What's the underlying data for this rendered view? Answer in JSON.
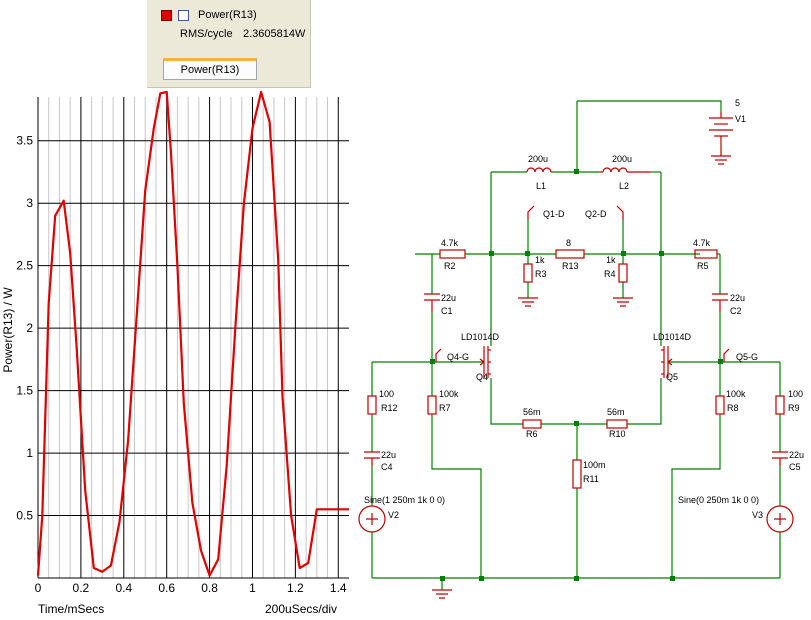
{
  "legend": {
    "trace_name": "Power(R13)",
    "rms_label": "RMS/cycle",
    "rms_value": "2.3605814W",
    "tab_label": "Power(R13)"
  },
  "colors": {
    "trace": "#e00000",
    "wire": "#008000",
    "component": "#c00000",
    "grid": "#000000"
  },
  "chart_data": {
    "type": "line",
    "ylabel": "Power(R13) / W",
    "xlabel": "Time/mSecs",
    "x_scale_label": "200uSecs/div",
    "xlim": [
      0,
      1.45
    ],
    "ylim": [
      0,
      3.85
    ],
    "x_ticks": [
      "0",
      "0.2",
      "0.4",
      "0.6",
      "0.8",
      "1",
      "1.2",
      "1.4"
    ],
    "y_ticks": [
      "0.5",
      "1",
      "1.5",
      "2",
      "2.5",
      "3",
      "3.5"
    ],
    "grid": true,
    "series": [
      {
        "name": "Power(R13)",
        "x": [
          0,
          0.02,
          0.05,
          0.08,
          0.12,
          0.15,
          0.18,
          0.22,
          0.26,
          0.3,
          0.34,
          0.38,
          0.42,
          0.46,
          0.5,
          0.54,
          0.57,
          0.6,
          0.62,
          0.65,
          0.68,
          0.72,
          0.76,
          0.8,
          0.84,
          0.88,
          0.92,
          0.96,
          1.0,
          1.04,
          1.08,
          1.12,
          1.14,
          1.18,
          1.22,
          1.26,
          1.3,
          1.34,
          1.38,
          1.42,
          1.45
        ],
        "y": [
          0.02,
          0.5,
          2.2,
          2.9,
          3.02,
          2.6,
          1.85,
          0.7,
          0.08,
          0.05,
          0.1,
          0.45,
          1.1,
          2.1,
          3.1,
          3.6,
          3.88,
          3.89,
          3.4,
          2.5,
          1.4,
          0.6,
          0.22,
          0.02,
          0.15,
          0.9,
          2.0,
          3.0,
          3.6,
          3.89,
          3.65,
          2.55,
          1.45,
          0.5,
          0.08,
          0.12,
          0.55,
          0.55,
          0.55,
          0.55,
          0.55
        ]
      }
    ]
  },
  "schematic": {
    "labels": [
      {
        "id": "v1-value",
        "text": "5"
      },
      {
        "id": "v1-name",
        "text": "V1"
      },
      {
        "id": "l1-value",
        "text": "200u"
      },
      {
        "id": "l1-name",
        "text": "L1"
      },
      {
        "id": "l2-value",
        "text": "200u"
      },
      {
        "id": "l2-name",
        "text": "L2"
      },
      {
        "id": "q1d-probe",
        "text": "Q1-D"
      },
      {
        "id": "q2d-probe",
        "text": "Q2-D"
      },
      {
        "id": "r2-value",
        "text": "4.7k"
      },
      {
        "id": "r2-name",
        "text": "R2"
      },
      {
        "id": "r3-value",
        "text": "1k"
      },
      {
        "id": "r3-name",
        "text": "R3"
      },
      {
        "id": "r13-value",
        "text": "8"
      },
      {
        "id": "r13-name",
        "text": "R13"
      },
      {
        "id": "r4-value",
        "text": "1k"
      },
      {
        "id": "r4-name",
        "text": "R4"
      },
      {
        "id": "r5-value",
        "text": "4.7k"
      },
      {
        "id": "r5-name",
        "text": "R5"
      },
      {
        "id": "c1-value",
        "text": "22u"
      },
      {
        "id": "c1-name",
        "text": "C1"
      },
      {
        "id": "c2-value",
        "text": "22u"
      },
      {
        "id": "c2-name",
        "text": "C2"
      },
      {
        "id": "q4-model",
        "text": "LD1014D"
      },
      {
        "id": "q5-model",
        "text": "LD1014D"
      },
      {
        "id": "q4g-probe",
        "text": "Q4-G"
      },
      {
        "id": "q4-name",
        "text": "Q4"
      },
      {
        "id": "q5g-probe",
        "text": "Q5-G"
      },
      {
        "id": "q5-name",
        "text": "Q5"
      },
      {
        "id": "r12-value",
        "text": "100"
      },
      {
        "id": "r12-name",
        "text": "R12"
      },
      {
        "id": "r7-value",
        "text": "100k"
      },
      {
        "id": "r7-name",
        "text": "R7"
      },
      {
        "id": "r8-value",
        "text": "100k"
      },
      {
        "id": "r8-name",
        "text": "R8"
      },
      {
        "id": "r9-value",
        "text": "100"
      },
      {
        "id": "r9-name",
        "text": "R9"
      },
      {
        "id": "r6-value",
        "text": "56m"
      },
      {
        "id": "r6-name",
        "text": "R6"
      },
      {
        "id": "r10-value",
        "text": "56m"
      },
      {
        "id": "r10-name",
        "text": "R10"
      },
      {
        "id": "r11-value",
        "text": "100m"
      },
      {
        "id": "r11-name",
        "text": "R11"
      },
      {
        "id": "c4-value",
        "text": "22u"
      },
      {
        "id": "c4-name",
        "text": "C4"
      },
      {
        "id": "c5-value",
        "text": "22u"
      },
      {
        "id": "c5-name",
        "text": "C5"
      },
      {
        "id": "v2-spec",
        "text": "Sine(1 250m 1k 0 0)"
      },
      {
        "id": "v2-name",
        "text": "V2"
      },
      {
        "id": "v3-spec",
        "text": "Sine(0 250m 1k 0 0)"
      },
      {
        "id": "v3-name",
        "text": "V3"
      }
    ]
  }
}
